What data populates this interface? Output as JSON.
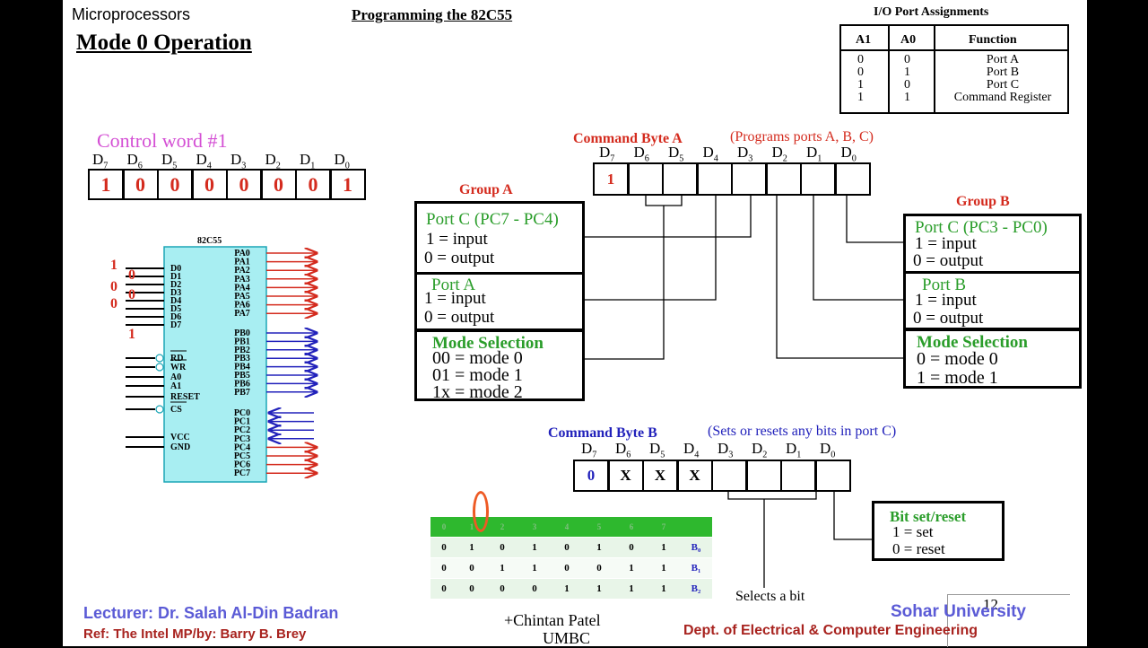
{
  "header": {
    "left": "Microprocessors",
    "center": "Programming the 82C55",
    "title": "Mode 0 Operation"
  },
  "io_table": {
    "title": "I/O Port Assignments",
    "headers": [
      "A1",
      "A0",
      "Function"
    ],
    "rows": [
      [
        "0",
        "0",
        "Port A"
      ],
      [
        "0",
        "1",
        "Port B"
      ],
      [
        "1",
        "0",
        "Port C"
      ],
      [
        "1",
        "1",
        "Command Register"
      ]
    ]
  },
  "control_word": {
    "label": "Control word #1",
    "bit_labels": [
      "D7",
      "D6",
      "D5",
      "D4",
      "D3",
      "D2",
      "D1",
      "D0"
    ],
    "bits": [
      "1",
      "0",
      "0",
      "0",
      "0",
      "0",
      "0",
      "1"
    ]
  },
  "chip": {
    "name": "82C55",
    "left_pins": [
      "D0",
      "D1",
      "D2",
      "D3",
      "D4",
      "D5",
      "D6",
      "D7",
      "RD",
      "WR",
      "A0",
      "A1",
      "RESET",
      "CS",
      "VCC",
      "GND"
    ],
    "right_pins": [
      "PA0",
      "PA1",
      "PA2",
      "PA3",
      "PA4",
      "PA5",
      "PA6",
      "PA7",
      "PB0",
      "PB1",
      "PB2",
      "PB3",
      "PB4",
      "PB5",
      "PB6",
      "PB7",
      "PC0",
      "PC1",
      "PC2",
      "PC3",
      "PC4",
      "PC5",
      "PC6",
      "PC7"
    ],
    "left_values": [
      "1",
      "0",
      "0",
      "0",
      "0",
      "1"
    ]
  },
  "command_a": {
    "title": "Command Byte A",
    "note": "(Programs ports A, B, C)",
    "bit_labels": [
      "D7",
      "D6",
      "D5",
      "D4",
      "D3",
      "D2",
      "D1",
      "D0"
    ],
    "bits": [
      "1",
      "",
      "",
      "",
      "",
      "",
      "",
      ""
    ]
  },
  "group_a": {
    "title": "Group A",
    "portc_title": "Port C (PC7 - PC4)",
    "portc_l1": "1 = input",
    "portc_l2": "0 = output",
    "porta_title": "Port A",
    "porta_l1": "1 = input",
    "porta_l2": "0 = output",
    "mode_title": "Mode Selection",
    "mode_l1": "00 = mode 0",
    "mode_l2": "01 = mode 1",
    "mode_l3": "1x = mode 2"
  },
  "group_b": {
    "title": "Group B",
    "portc_title": "Port C (PC3 - PC0)",
    "portc_l1": "1 = input",
    "portc_l2": "0 = output",
    "portb_title": "Port B",
    "portb_l1": "1 = input",
    "portb_l2": "0 = output",
    "mode_title": "Mode Selection",
    "mode_l1": "0 = mode 0",
    "mode_l2": "1 = mode 1"
  },
  "command_b": {
    "title": "Command Byte B",
    "note": "(Sets or resets any bits in port C)",
    "bit_labels": [
      "D7",
      "D6",
      "D5",
      "D4",
      "D3",
      "D2",
      "D1",
      "D0"
    ],
    "bits": [
      "0",
      "X",
      "X",
      "X",
      "",
      "",
      "",
      ""
    ],
    "bitset_title": "Bit set/reset",
    "bitset_l1": "1 = set",
    "bitset_l2": "0 = reset",
    "selects": "Selects a bit"
  },
  "bit_table": {
    "header": [
      "0",
      "1",
      "2",
      "3",
      "4",
      "5",
      "6",
      "7",
      ""
    ],
    "rows": [
      [
        "0",
        "1",
        "0",
        "1",
        "0",
        "1",
        "0",
        "1",
        "B0"
      ],
      [
        "0",
        "0",
        "1",
        "1",
        "0",
        "0",
        "1",
        "1",
        "B1"
      ],
      [
        "0",
        "0",
        "0",
        "0",
        "1",
        "1",
        "1",
        "1",
        "B2"
      ]
    ],
    "marker": "0"
  },
  "footer": {
    "lecturer": "Lecturer: Dr. Salah Al-Din Badran",
    "ref": "Ref: The Intel MP/by: Barry B. Brey",
    "credit1": "+Chintan Patel",
    "credit2": "UMBC",
    "university": "Sohar University",
    "dept": "Dept. of Electrical & Computer Engineering",
    "page": "12"
  },
  "colors": {
    "red": "#d42b1e",
    "green": "#2a9d2a",
    "blue": "#2222bb",
    "cyan": "#a8eef2",
    "footer_blue": "#5b5bd6",
    "footer_red": "#a8231f"
  }
}
